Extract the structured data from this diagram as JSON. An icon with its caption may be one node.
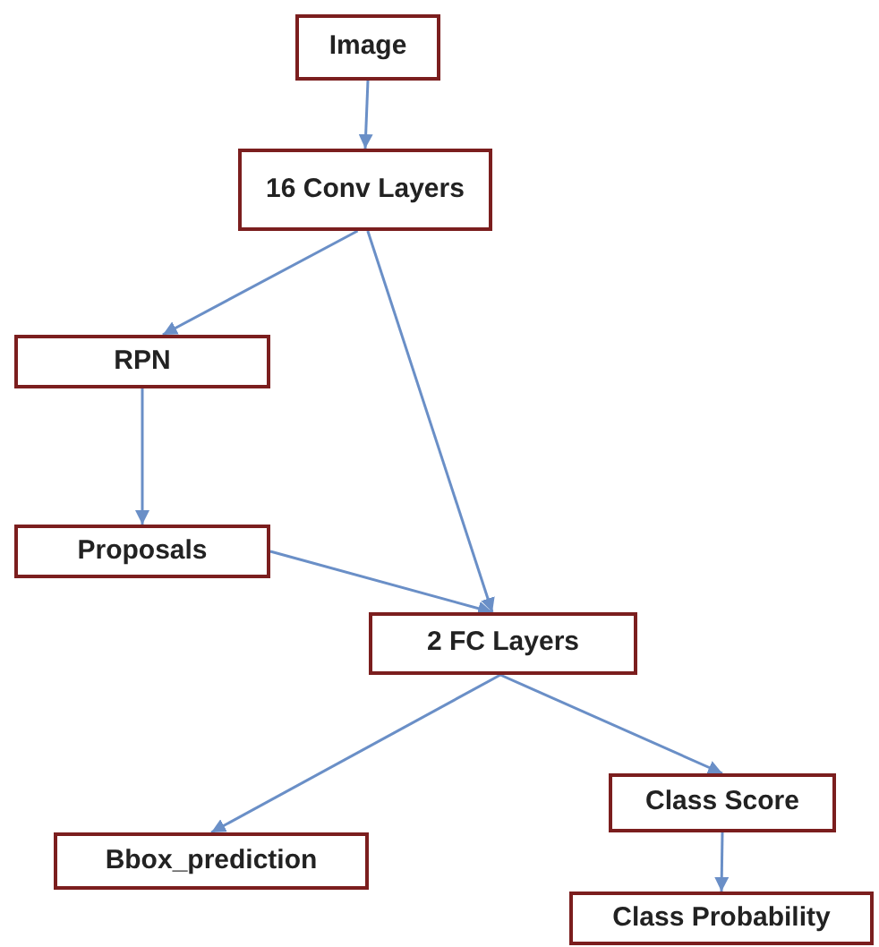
{
  "diagram": {
    "nodes": [
      {
        "text": [
          "Image"
        ]
      },
      {
        "text": [
          "16 Conv Layers"
        ]
      },
      {
        "text": [
          "RPN"
        ]
      },
      {
        "text": [
          "Proposals"
        ]
      },
      {
        "text": [
          "2 FC Layers"
        ]
      },
      {
        "text": [
          "Bbox_prediction"
        ]
      },
      {
        "text": [
          "Class Score"
        ]
      },
      {
        "text": [
          "Class Probability"
        ]
      }
    ],
    "edges": [
      {
        "from": 0,
        "to": 1,
        "arrow": "to"
      },
      {
        "from": 1,
        "to": 2,
        "arrow": "to"
      },
      {
        "from": 1,
        "to": 4,
        "arrow": "to"
      },
      {
        "from": 2,
        "to": 3,
        "arrow": "to"
      },
      {
        "from": 3,
        "to": 4,
        "arrow": "to"
      },
      {
        "from": 4,
        "to": 5,
        "arrow": "to"
      },
      {
        "from": 4,
        "to": 6,
        "arrow": "to"
      },
      {
        "from": 6,
        "to": 7,
        "arrow": "to"
      }
    ]
  }
}
